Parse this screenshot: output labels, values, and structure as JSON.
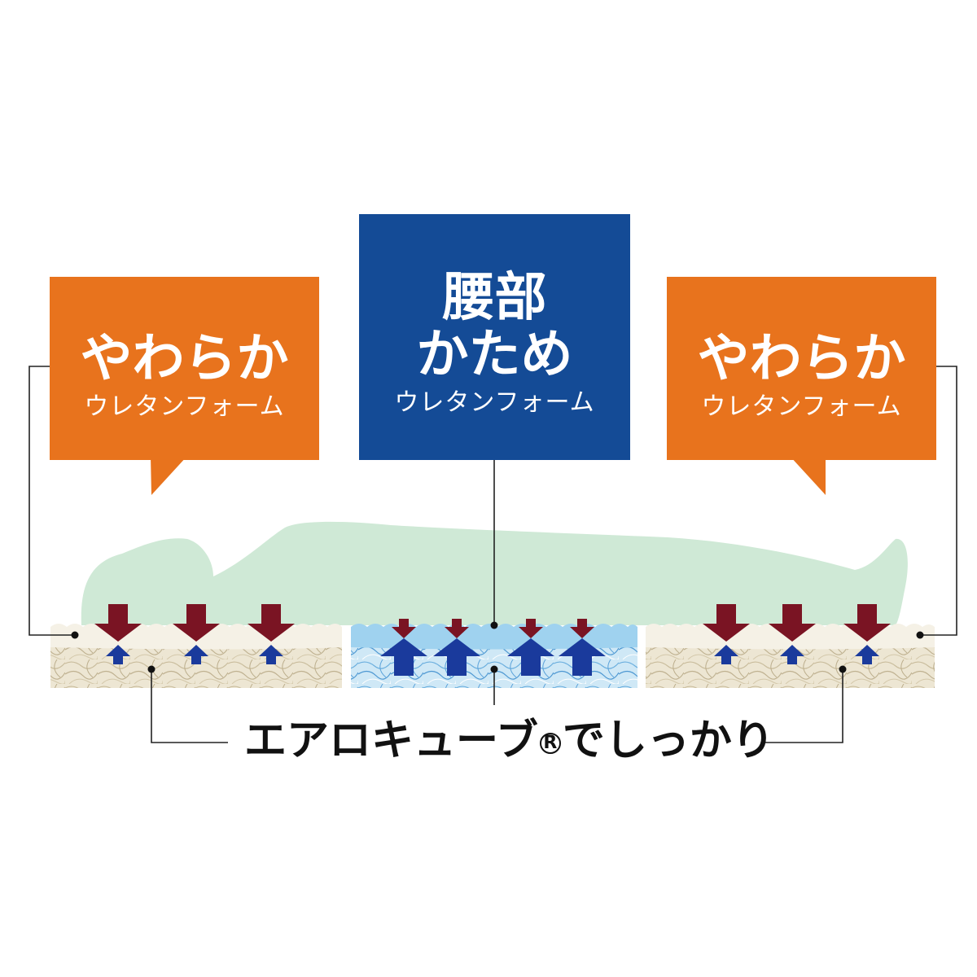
{
  "labels": {
    "left": {
      "title": "やわらか",
      "sub": "ウレタンフォーム"
    },
    "center": {
      "title_line1": "腰部",
      "title_line2": "かため",
      "sub": "ウレタンフォーム"
    },
    "right": {
      "title": "やわらか",
      "sub": "ウレタンフォーム"
    }
  },
  "caption": {
    "text": "エアロキューブ",
    "mark": "R",
    "suffix": "でしっかり"
  },
  "colors": {
    "orange": "#e8731d",
    "navy": "#144b96",
    "silhouette": "#cfe9d6",
    "down_arrow": "#7a1423",
    "up_arrow": "#1a3a9c",
    "foam": "#f5f1e6",
    "foam_blue": "#9fd2ef",
    "fiber": "#d6cdb6",
    "line": "#222222"
  },
  "arrows": {
    "left": [
      {
        "down": "large",
        "up": "small"
      },
      {
        "down": "large",
        "up": "small"
      },
      {
        "down": "large",
        "up": "small"
      }
    ],
    "center": [
      {
        "down": "small",
        "up": "large"
      },
      {
        "down": "small",
        "up": "large"
      },
      {
        "down": "small",
        "up": "large"
      },
      {
        "down": "small",
        "up": "large"
      }
    ],
    "right": [
      {
        "down": "large",
        "up": "small"
      },
      {
        "down": "large",
        "up": "small"
      },
      {
        "down": "large",
        "up": "small"
      }
    ]
  }
}
